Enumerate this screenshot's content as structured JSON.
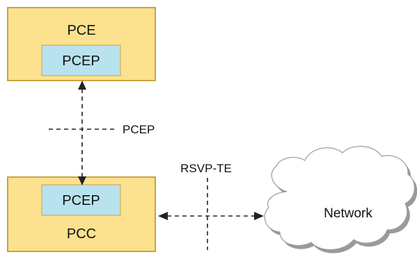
{
  "nodes": {
    "pce": {
      "label": "PCE",
      "inner_label": "PCEP"
    },
    "pcc": {
      "label": "PCC",
      "inner_label": "PCEP"
    },
    "network": {
      "label": "Network"
    }
  },
  "links": {
    "pce_pcc": {
      "label": "PCEP"
    },
    "pcc_network": {
      "label": "RSVP-TE"
    }
  },
  "colors": {
    "box_fill": "#fce18e",
    "box_border": "#c8a341",
    "inner_fill": "#b9e2ef",
    "cloud_fill": "#ffffff",
    "cloud_shadow": "#9a9a9a"
  }
}
